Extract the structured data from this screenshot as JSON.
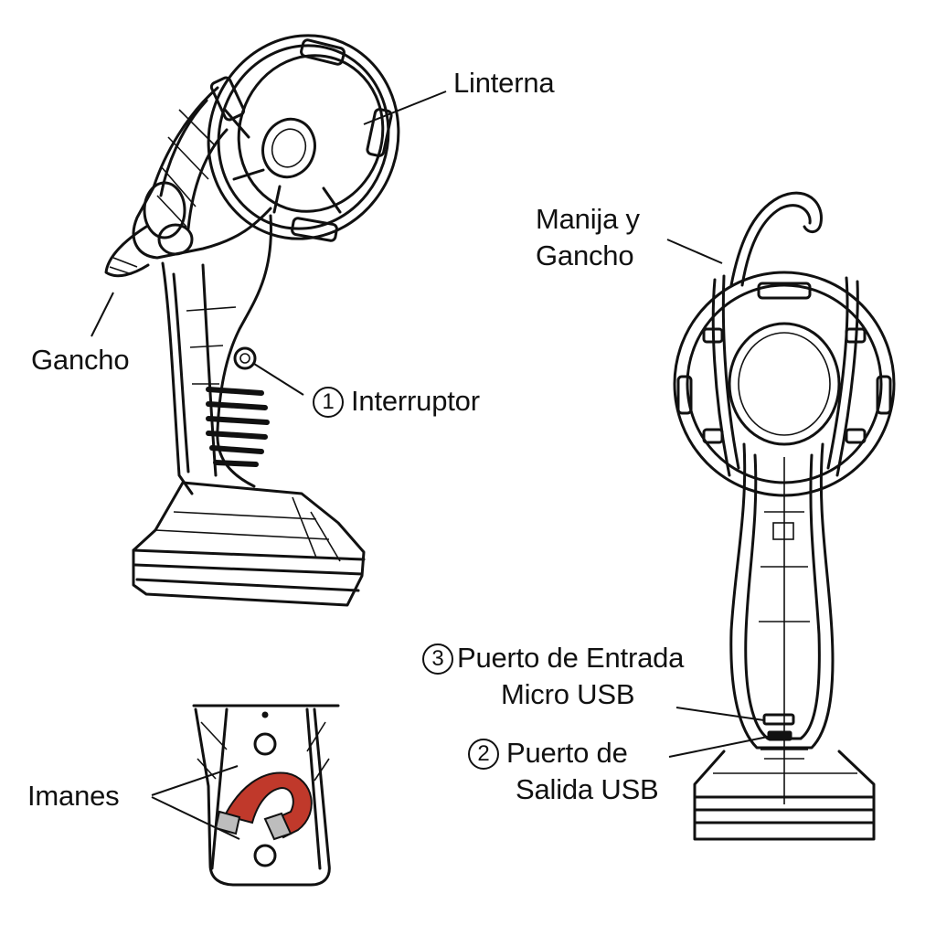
{
  "labels": {
    "linterna": "Linterna",
    "manija_line1": "Manija y",
    "manija_line2": "Gancho",
    "gancho": "Gancho",
    "interruptor_number": "1",
    "interruptor": "Interruptor",
    "entrada_number": "3",
    "entrada_line1": "Puerto de Entrada",
    "entrada_line2": "Micro USB",
    "salida_number": "2",
    "salida_line1": "Puerto de",
    "salida_line2": "Salida USB",
    "imanes": "Imanes"
  },
  "colors": {
    "ink": "#111111",
    "magnet_red": "#c0392b",
    "magnet_steel": "#bdbdbd"
  }
}
